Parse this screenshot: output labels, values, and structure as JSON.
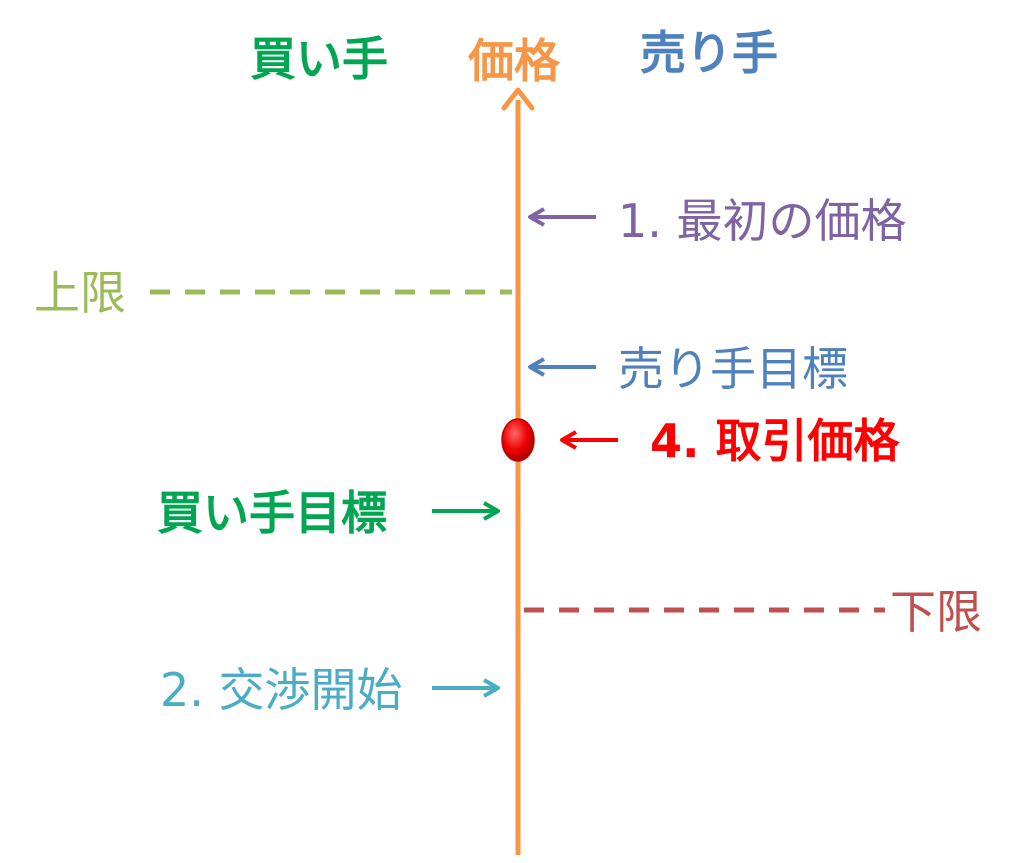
{
  "header": {
    "buyer": "買い手",
    "price": "価格",
    "seller": "売り手"
  },
  "labels": {
    "initial_price": "1. 最初の価格",
    "upper_limit": "上限",
    "seller_target": "売り手目標",
    "trade_price": "4. 取引価格",
    "buyer_target": "買い手目標",
    "lower_limit": "下限",
    "negotiation_start": "2. 交渉開始"
  },
  "colors": {
    "axis": "#F79646",
    "buyer": "#00A651",
    "seller": "#4F81BD",
    "initial": "#8064A2",
    "upper": "#9BBB59",
    "lower": "#C0504D",
    "trade": "#FF0000",
    "start": "#4BACC6"
  }
}
